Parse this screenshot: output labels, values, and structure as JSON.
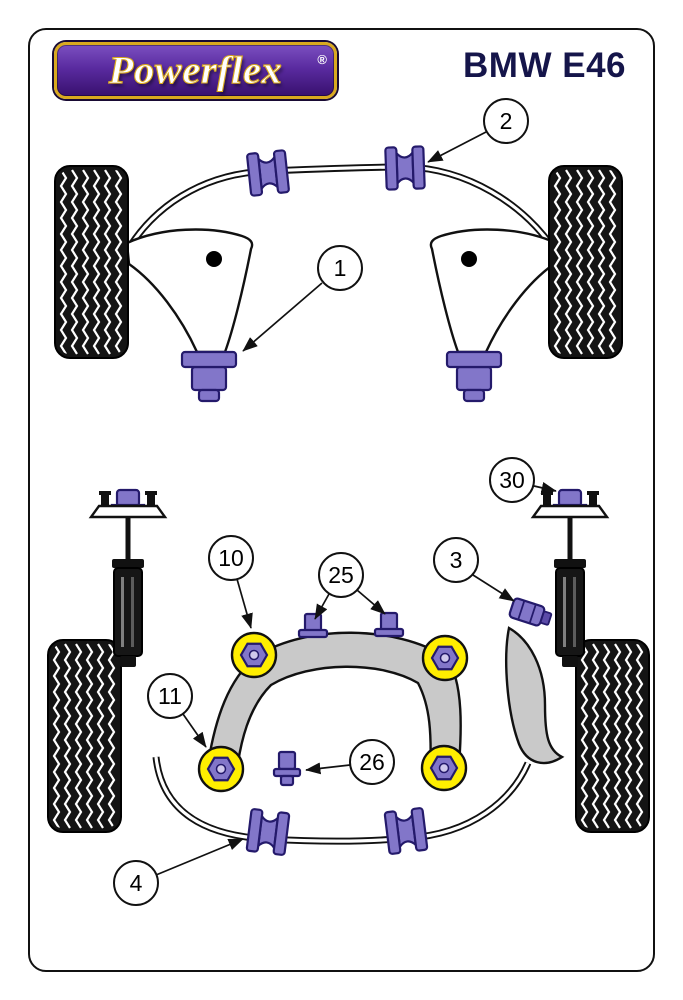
{
  "header": {
    "brand": "Powerflex",
    "registered_mark": "®",
    "model": "BMW E46"
  },
  "callouts": {
    "c1": {
      "label": "1"
    },
    "c2": {
      "label": "2"
    },
    "c3": {
      "label": "3"
    },
    "c4": {
      "label": "4"
    },
    "c10": {
      "label": "10"
    },
    "c11": {
      "label": "11"
    },
    "c25": {
      "label": "25"
    },
    "c26": {
      "label": "26"
    },
    "c30": {
      "label": "30"
    }
  },
  "colors": {
    "bushing_purple": "#8276c9",
    "bushing_outline": "#241a6b",
    "bushing_yellow": "#ffee00",
    "frame_gray": "#c9c9c9",
    "logo_gold": "#d9a91f",
    "logo_purple_top": "#7b4fc0",
    "logo_purple_bottom": "#38106e",
    "title_color": "#15154a"
  }
}
